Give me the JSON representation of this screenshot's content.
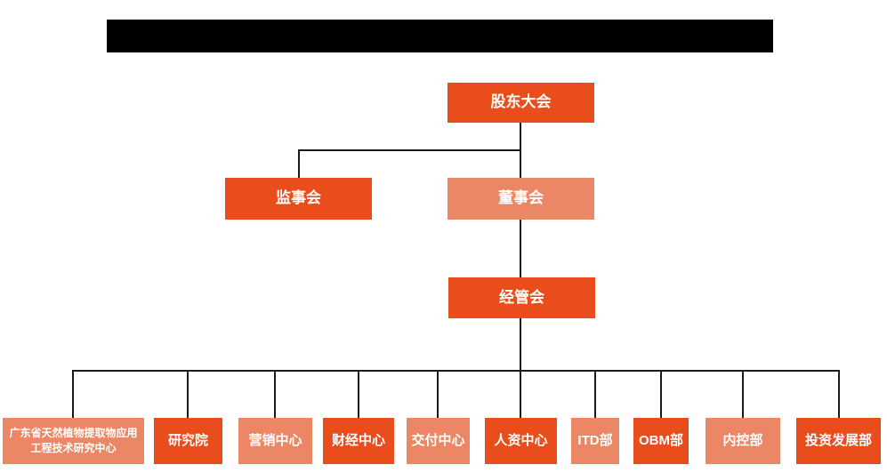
{
  "colors": {
    "primary": "#E84D1B",
    "secondary": "#EC8765",
    "line": "#1A1A1A",
    "redaction": "#000000",
    "text": "#FFFFFF",
    "background": "#FFFFFF"
  },
  "org": {
    "level1": {
      "label": "股东大会",
      "variant": "primary"
    },
    "level2": [
      {
        "label": "监事会",
        "variant": "primary"
      },
      {
        "label": "董事会",
        "variant": "secondary"
      }
    ],
    "level3": {
      "label": "经管会",
      "variant": "primary"
    },
    "departments": [
      {
        "label": "广东省天然植物提取物应用工程技术研究中心",
        "variant": "secondary"
      },
      {
        "label": "研究院",
        "variant": "primary"
      },
      {
        "label": "营销中心",
        "variant": "secondary"
      },
      {
        "label": "财经中心",
        "variant": "primary"
      },
      {
        "label": "交付中心",
        "variant": "secondary"
      },
      {
        "label": "人资中心",
        "variant": "primary"
      },
      {
        "label": "ITD部",
        "variant": "secondary"
      },
      {
        "label": "OBM部",
        "variant": "primary"
      },
      {
        "label": "内控部",
        "variant": "secondary"
      },
      {
        "label": "投资发展部",
        "variant": "primary"
      }
    ]
  }
}
